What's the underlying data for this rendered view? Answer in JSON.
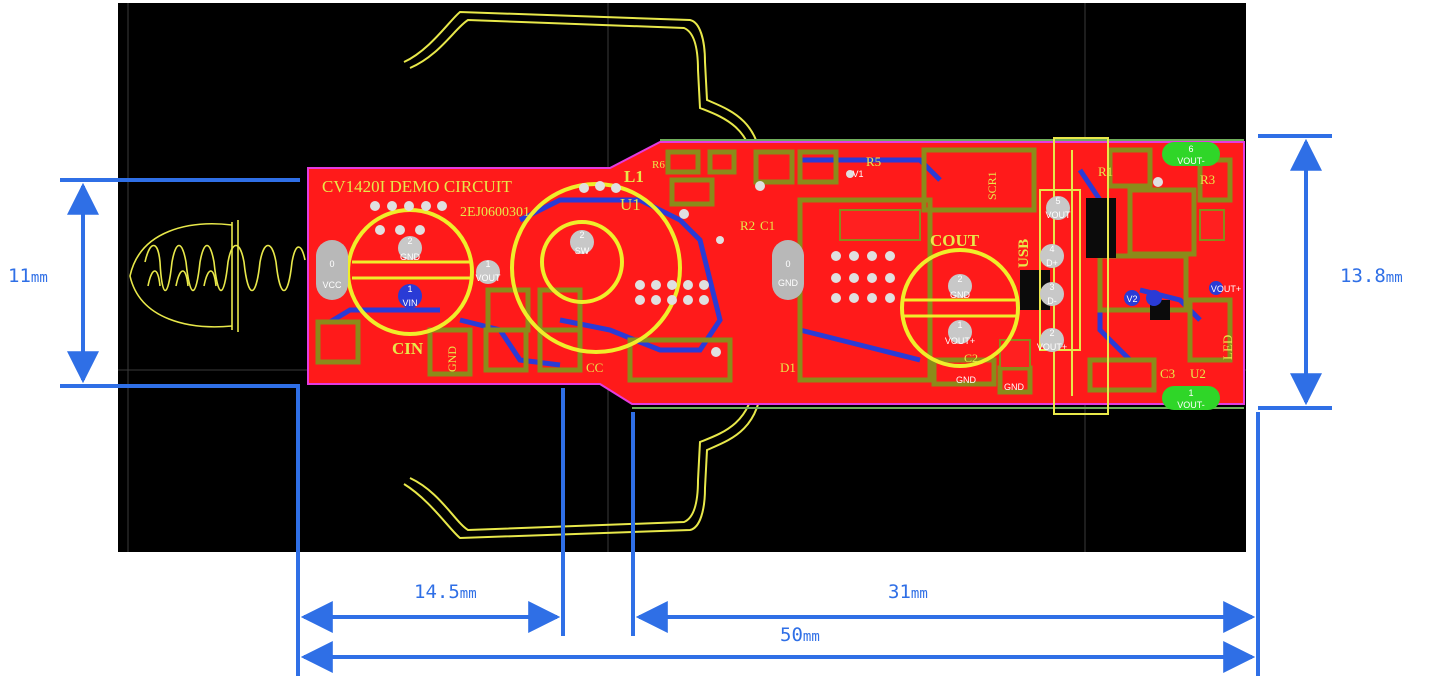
{
  "board": {
    "silkscreen_title": "CV1420I DEMO CIRCUIT",
    "silkscreen_code": "2EJ0600301",
    "refdes": [
      "L1",
      "U1",
      "CIN",
      "COUT",
      "USB",
      "D1",
      "R5",
      "R1",
      "R2",
      "R3",
      "R6",
      "C1",
      "C2",
      "C3",
      "U2",
      "LED",
      "CC",
      "GND",
      "SCR1"
    ],
    "pads": {
      "vcc": {
        "num": "0",
        "net": "VCC"
      },
      "gnd_mid": {
        "num": "0",
        "net": "GND"
      },
      "cin_gnd": {
        "num": "2",
        "net": "GND"
      },
      "cin_vin": {
        "num": "1",
        "net": "VIN"
      },
      "cin_vout": {
        "num": "1",
        "net": "VOUT"
      },
      "l1_sw": {
        "num": "2",
        "net": "SW"
      },
      "cout_gnd": {
        "num": "2",
        "net": "GND"
      },
      "cout_vout": {
        "num": "1",
        "net": "VOUT+"
      },
      "usb5": {
        "num": "5",
        "net": "VOUT"
      },
      "usb4": {
        "num": "4",
        "net": "D+"
      },
      "usb3": {
        "num": "3",
        "net": "D-"
      },
      "usb2": {
        "num": "2",
        "net": "VOUT+"
      },
      "out_top": {
        "num": "6",
        "net": "VOUT-"
      },
      "out_bot": {
        "num": "1",
        "net": "VOUT-"
      },
      "led_vout": {
        "net": "VOUT+"
      },
      "gnd_small1": {
        "net": "GND"
      },
      "gnd_small2": {
        "net": "GND"
      },
      "v1": {
        "net": "V1"
      },
      "v2": {
        "net": "V2"
      }
    }
  },
  "dimensions": {
    "height_left": {
      "value": "11",
      "unit": "mm"
    },
    "height_right": {
      "value": "13.8",
      "unit": "mm"
    },
    "width_left": {
      "value": "14.5",
      "unit": "mm"
    },
    "width_right": {
      "value": "31",
      "unit": "mm"
    },
    "width_total": {
      "value": "50",
      "unit": "mm"
    }
  },
  "colors": {
    "canvas": "#000000",
    "copper": "#ff1a1a",
    "silk": "#e8e84a",
    "outline": "#e43be0",
    "dimension": "#2f6fe6",
    "component_body": "#8b8b1a"
  }
}
